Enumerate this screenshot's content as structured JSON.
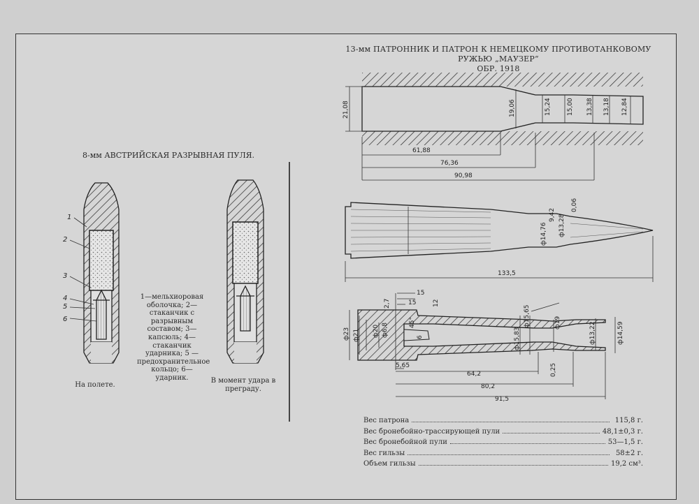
{
  "title_line1": "13-мм ПАТРОННИК И ПАТРОН К НЕМЕЦКОМУ ПРОТИВОТАНКОВОМУ РУЖЬЮ „МАУЗЕР“",
  "title_line2": "ОБР. 1918",
  "bullet_title": "8-мм АВСТРИЙСКАЯ РАЗРЫВНАЯ ПУЛЯ.",
  "legend_text": "1—мельхиоровая оболочка; 2—стаканчик с разрывным составом; 3—капсюль; 4—стаканчик ударника; 5 — предохранительное кольцо; 6—ударник.",
  "caption_flight": "На полете.",
  "caption_impact": "В момент удара в преграду.",
  "part_numbers": [
    "1",
    "2",
    "3",
    "4",
    "5",
    "6"
  ],
  "chamber_dims": {
    "d_2108": "21,08",
    "d_1906": "19,06",
    "d_1524": "15,24",
    "d_1500": "15,00",
    "d_1338": "13,38",
    "d_1318": "13,18",
    "d_1284": "12,84",
    "l_6188": "61,88",
    "l_7636": "76,36",
    "l_9098": "90,98"
  },
  "cartridge_dims": {
    "d_1476": "ф14,76",
    "d_942": "9,42",
    "d_1328": "ф13,28",
    "d_006": "0,06",
    "len_1335": "133,5"
  },
  "case_dims": {
    "d_23": "ф23",
    "d_21": "ф21",
    "d_20": "ф20",
    "d_68": "ф6,8",
    "d_1583": "ф15,83",
    "d_1565": "ф15,65",
    "d_19": "ф19",
    "d_1322": "ф13,22",
    "d_1459": "ф14,59",
    "top_15a": "15",
    "top_15b": "15",
    "top_12": "12",
    "top_27": "2,7",
    "cup_6": "6",
    "ang_45": "45°",
    "ang_025": "0,25",
    "l_565": "5,65",
    "l_642": "64,2",
    "l_802": "80,2",
    "l_915": "91,5"
  },
  "specs": [
    {
      "name": "Вес патрона",
      "value": "115,8 г."
    },
    {
      "name": "Вес бронебойно-трассирующей пули",
      "value": "48,1±0,3 г."
    },
    {
      "name": "Вес бронебойной пули",
      "value": "53—1,5 г."
    },
    {
      "name": "Вес гильзы",
      "value": "58±2 г."
    },
    {
      "name": "Объем гильзы",
      "value": "19,2 см³."
    }
  ]
}
